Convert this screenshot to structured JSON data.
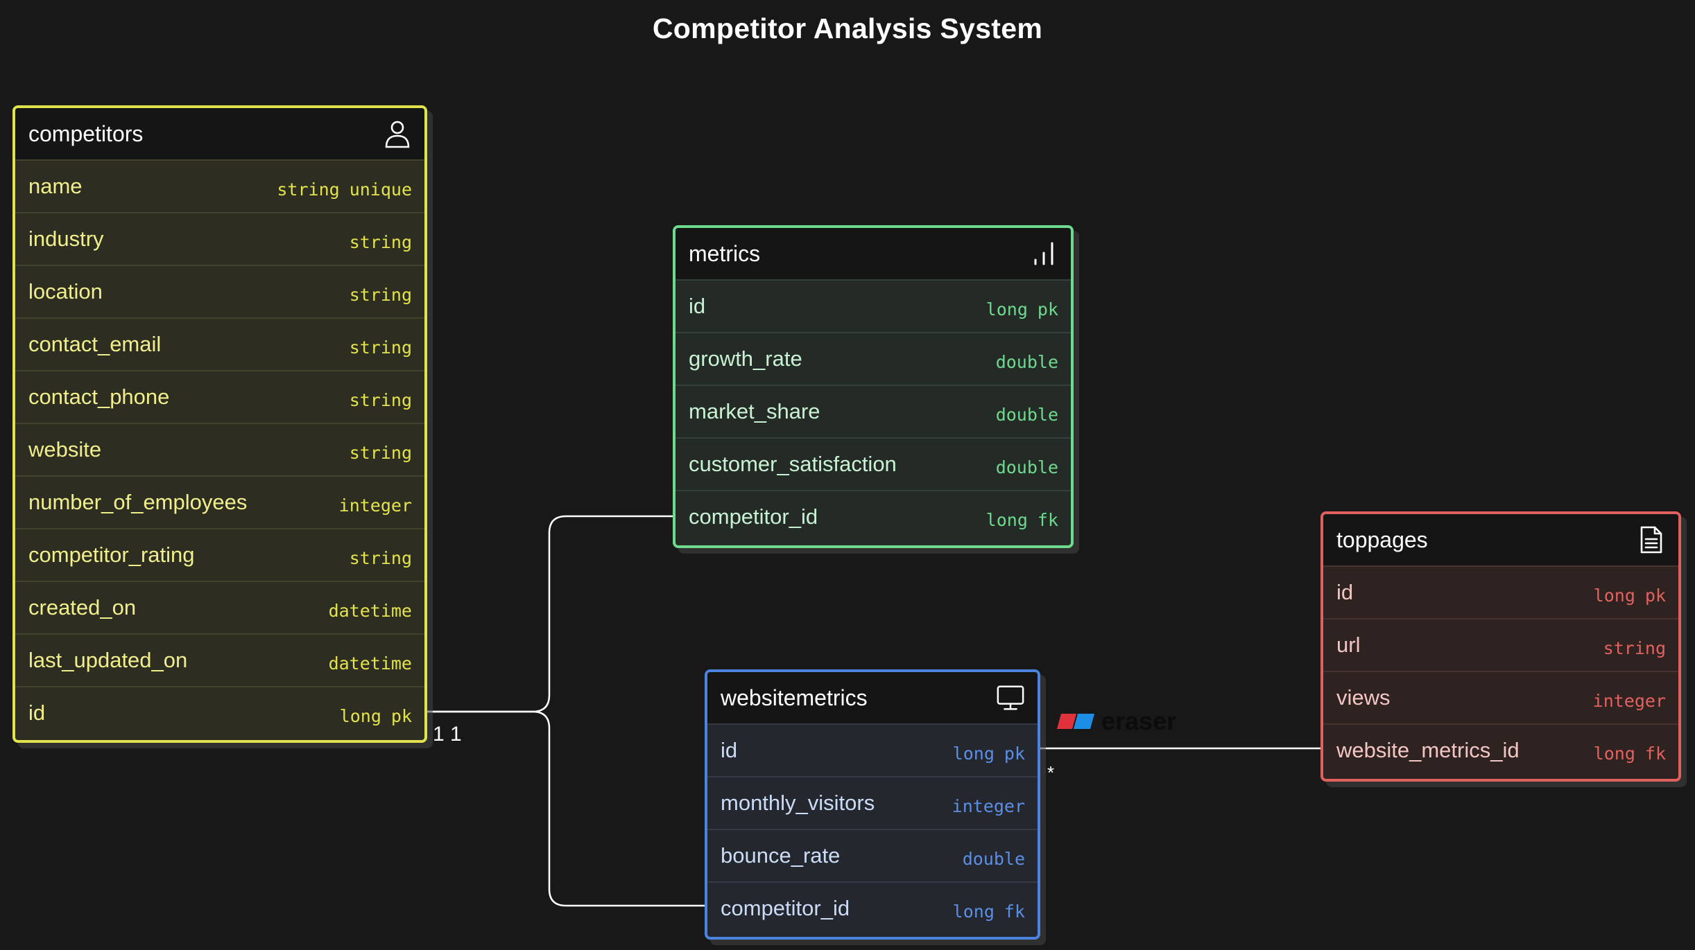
{
  "title": "Competitor Analysis System",
  "watermark": "eraser",
  "tables": {
    "competitors": {
      "name": "competitors",
      "icon": "user-icon",
      "color": "#e1e34d",
      "fields": [
        {
          "name": "name",
          "type": "string",
          "key": "unique"
        },
        {
          "name": "industry",
          "type": "string",
          "key": ""
        },
        {
          "name": "location",
          "type": "string",
          "key": ""
        },
        {
          "name": "contact_email",
          "type": "string",
          "key": ""
        },
        {
          "name": "contact_phone",
          "type": "string",
          "key": ""
        },
        {
          "name": "website",
          "type": "string",
          "key": ""
        },
        {
          "name": "number_of_employees",
          "type": "integer",
          "key": ""
        },
        {
          "name": "competitor_rating",
          "type": "string",
          "key": ""
        },
        {
          "name": "created_on",
          "type": "datetime",
          "key": ""
        },
        {
          "name": "last_updated_on",
          "type": "datetime",
          "key": ""
        },
        {
          "name": "id",
          "type": "long",
          "key": "pk"
        }
      ]
    },
    "metrics": {
      "name": "metrics",
      "icon": "bar-chart-icon",
      "color": "#6fd98e",
      "fields": [
        {
          "name": "id",
          "type": "long",
          "key": "pk"
        },
        {
          "name": "growth_rate",
          "type": "double",
          "key": ""
        },
        {
          "name": "market_share",
          "type": "double",
          "key": ""
        },
        {
          "name": "customer_satisfaction",
          "type": "double",
          "key": ""
        },
        {
          "name": "competitor_id",
          "type": "long",
          "key": "fk"
        }
      ]
    },
    "websitemetrics": {
      "name": "websitemetrics",
      "icon": "monitor-icon",
      "color": "#4b83e0",
      "fields": [
        {
          "name": "id",
          "type": "long",
          "key": "pk"
        },
        {
          "name": "monthly_visitors",
          "type": "integer",
          "key": ""
        },
        {
          "name": "bounce_rate",
          "type": "double",
          "key": ""
        },
        {
          "name": "competitor_id",
          "type": "long",
          "key": "fk"
        }
      ]
    },
    "toppages": {
      "name": "toppages",
      "icon": "document-icon",
      "color": "#e0605e",
      "fields": [
        {
          "name": "id",
          "type": "long",
          "key": "pk"
        },
        {
          "name": "url",
          "type": "string",
          "key": ""
        },
        {
          "name": "views",
          "type": "integer",
          "key": ""
        },
        {
          "name": "website_metrics_id",
          "type": "long",
          "key": "fk"
        }
      ]
    }
  },
  "relations": {
    "competitors_cardinality": "1 1",
    "websitemetrics_cardinality": "*"
  }
}
